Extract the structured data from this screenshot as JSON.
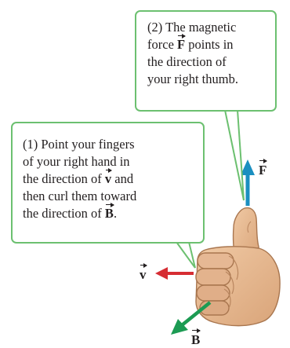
{
  "callouts": {
    "force": {
      "lines": [
        "(2) The magnetic",
        "force ",
        " points in",
        "the direction of",
        "your right thumb."
      ],
      "vector": "F"
    },
    "point": {
      "lines": [
        "(1) Point your fingers",
        "of your right hand in",
        "the direction of ",
        " and",
        "then curl them toward",
        "the direction of ",
        "."
      ],
      "vector_v": "v",
      "vector_B": "B"
    }
  },
  "vectors": {
    "v": {
      "symbol": "v",
      "color": "#d62d33"
    },
    "F": {
      "symbol": "F",
      "color": "#1b8fc0"
    },
    "B": {
      "symbol": "B",
      "color": "#1c9b53"
    }
  },
  "colors": {
    "callout_border": "#6cc070",
    "hand_fill": "#e2b48e",
    "hand_outline": "#a9764f"
  }
}
